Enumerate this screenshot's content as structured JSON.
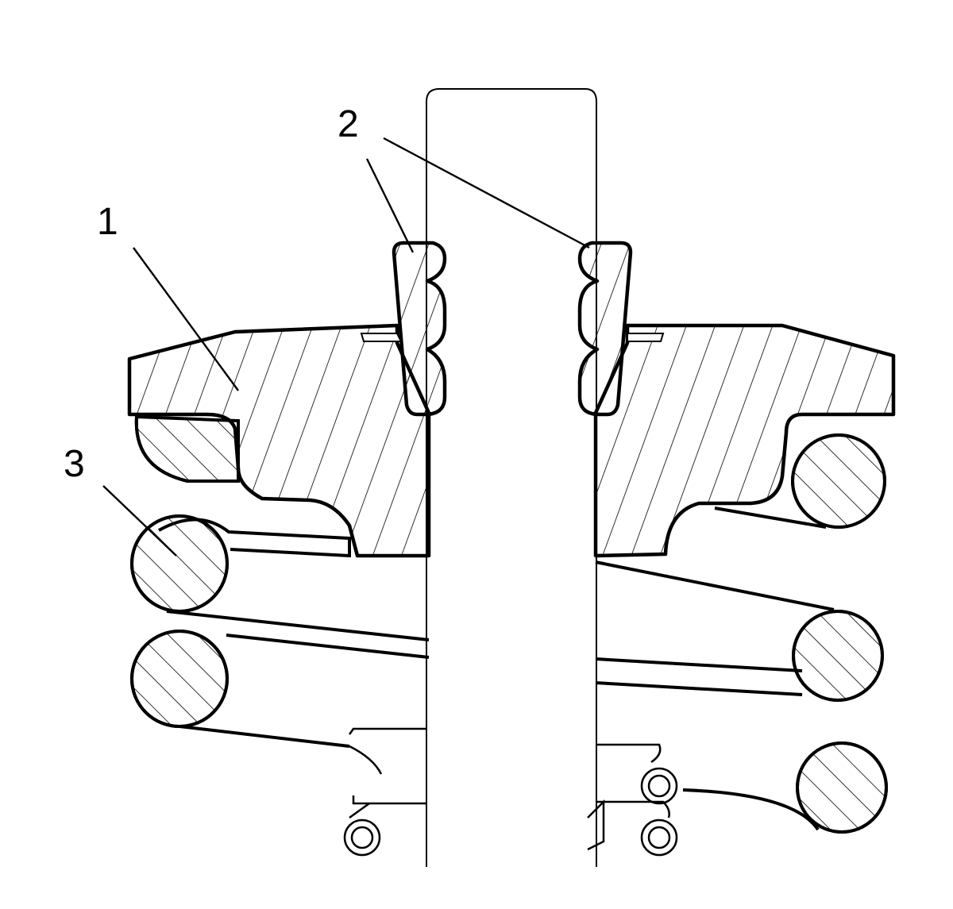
{
  "diagram": {
    "callouts": [
      {
        "id": "1",
        "label": "1"
      },
      {
        "id": "2",
        "label": "2"
      },
      {
        "id": "3",
        "label": "3"
      }
    ],
    "colors": {
      "line": "#000000",
      "fill": "#ffffff",
      "background": "#ffffff"
    }
  }
}
